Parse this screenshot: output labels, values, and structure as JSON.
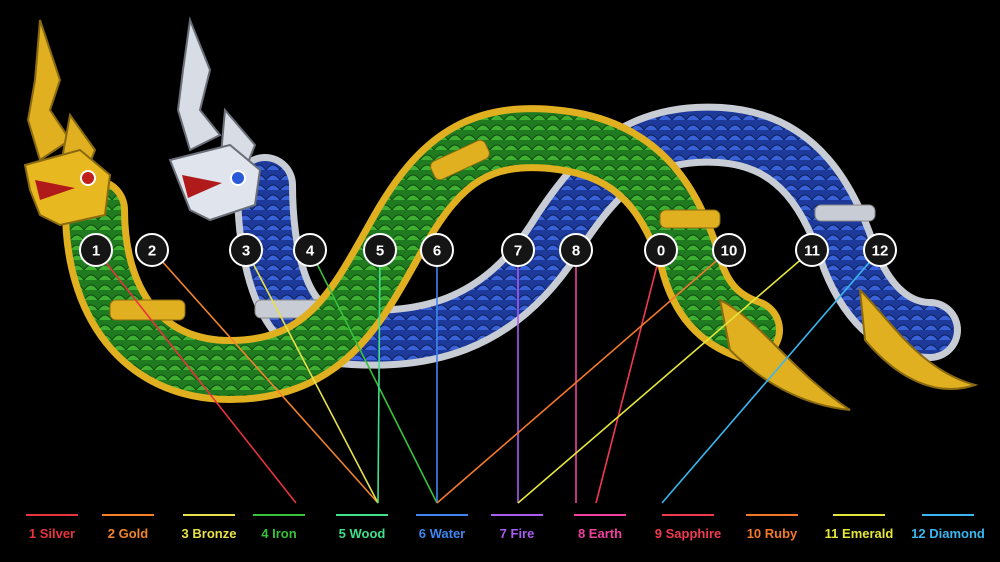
{
  "markers": [
    {
      "label": "1"
    },
    {
      "label": "2"
    },
    {
      "label": "3"
    },
    {
      "label": "4"
    },
    {
      "label": "5"
    },
    {
      "label": "6"
    },
    {
      "label": "7"
    },
    {
      "label": "8"
    },
    {
      "label": "0"
    },
    {
      "label": "10"
    },
    {
      "label": "11"
    },
    {
      "label": "12"
    }
  ],
  "legend": [
    {
      "label": "1 Silver",
      "color": "#e8343c"
    },
    {
      "label": "2 Gold",
      "color": "#f2832a"
    },
    {
      "label": "3 Bronze",
      "color": "#e8e04a"
    },
    {
      "label": "4 Iron",
      "color": "#37c23a"
    },
    {
      "label": "5 Wood",
      "color": "#3fe08a"
    },
    {
      "label": "6 Water",
      "color": "#3f86f0"
    },
    {
      "label": "7 Fire",
      "color": "#a85cf0"
    },
    {
      "label": "8 Earth",
      "color": "#f040a0"
    },
    {
      "label": "9 Sapphire",
      "color": "#f03a52"
    },
    {
      "label": "10 Ruby",
      "color": "#f2782a"
    },
    {
      "label": "11 Emerald",
      "color": "#e6e63a"
    },
    {
      "label": "12 Diamond",
      "color": "#3ab6f0"
    }
  ],
  "colors": {
    "background": "#000000",
    "serpent_green": "#2f9a2a",
    "serpent_blue": "#2f4fc0",
    "gold_trim": "#e0b020",
    "silver_trim": "#c8ccd4",
    "marker_fill": "#151515",
    "marker_text": "#ffffff"
  }
}
